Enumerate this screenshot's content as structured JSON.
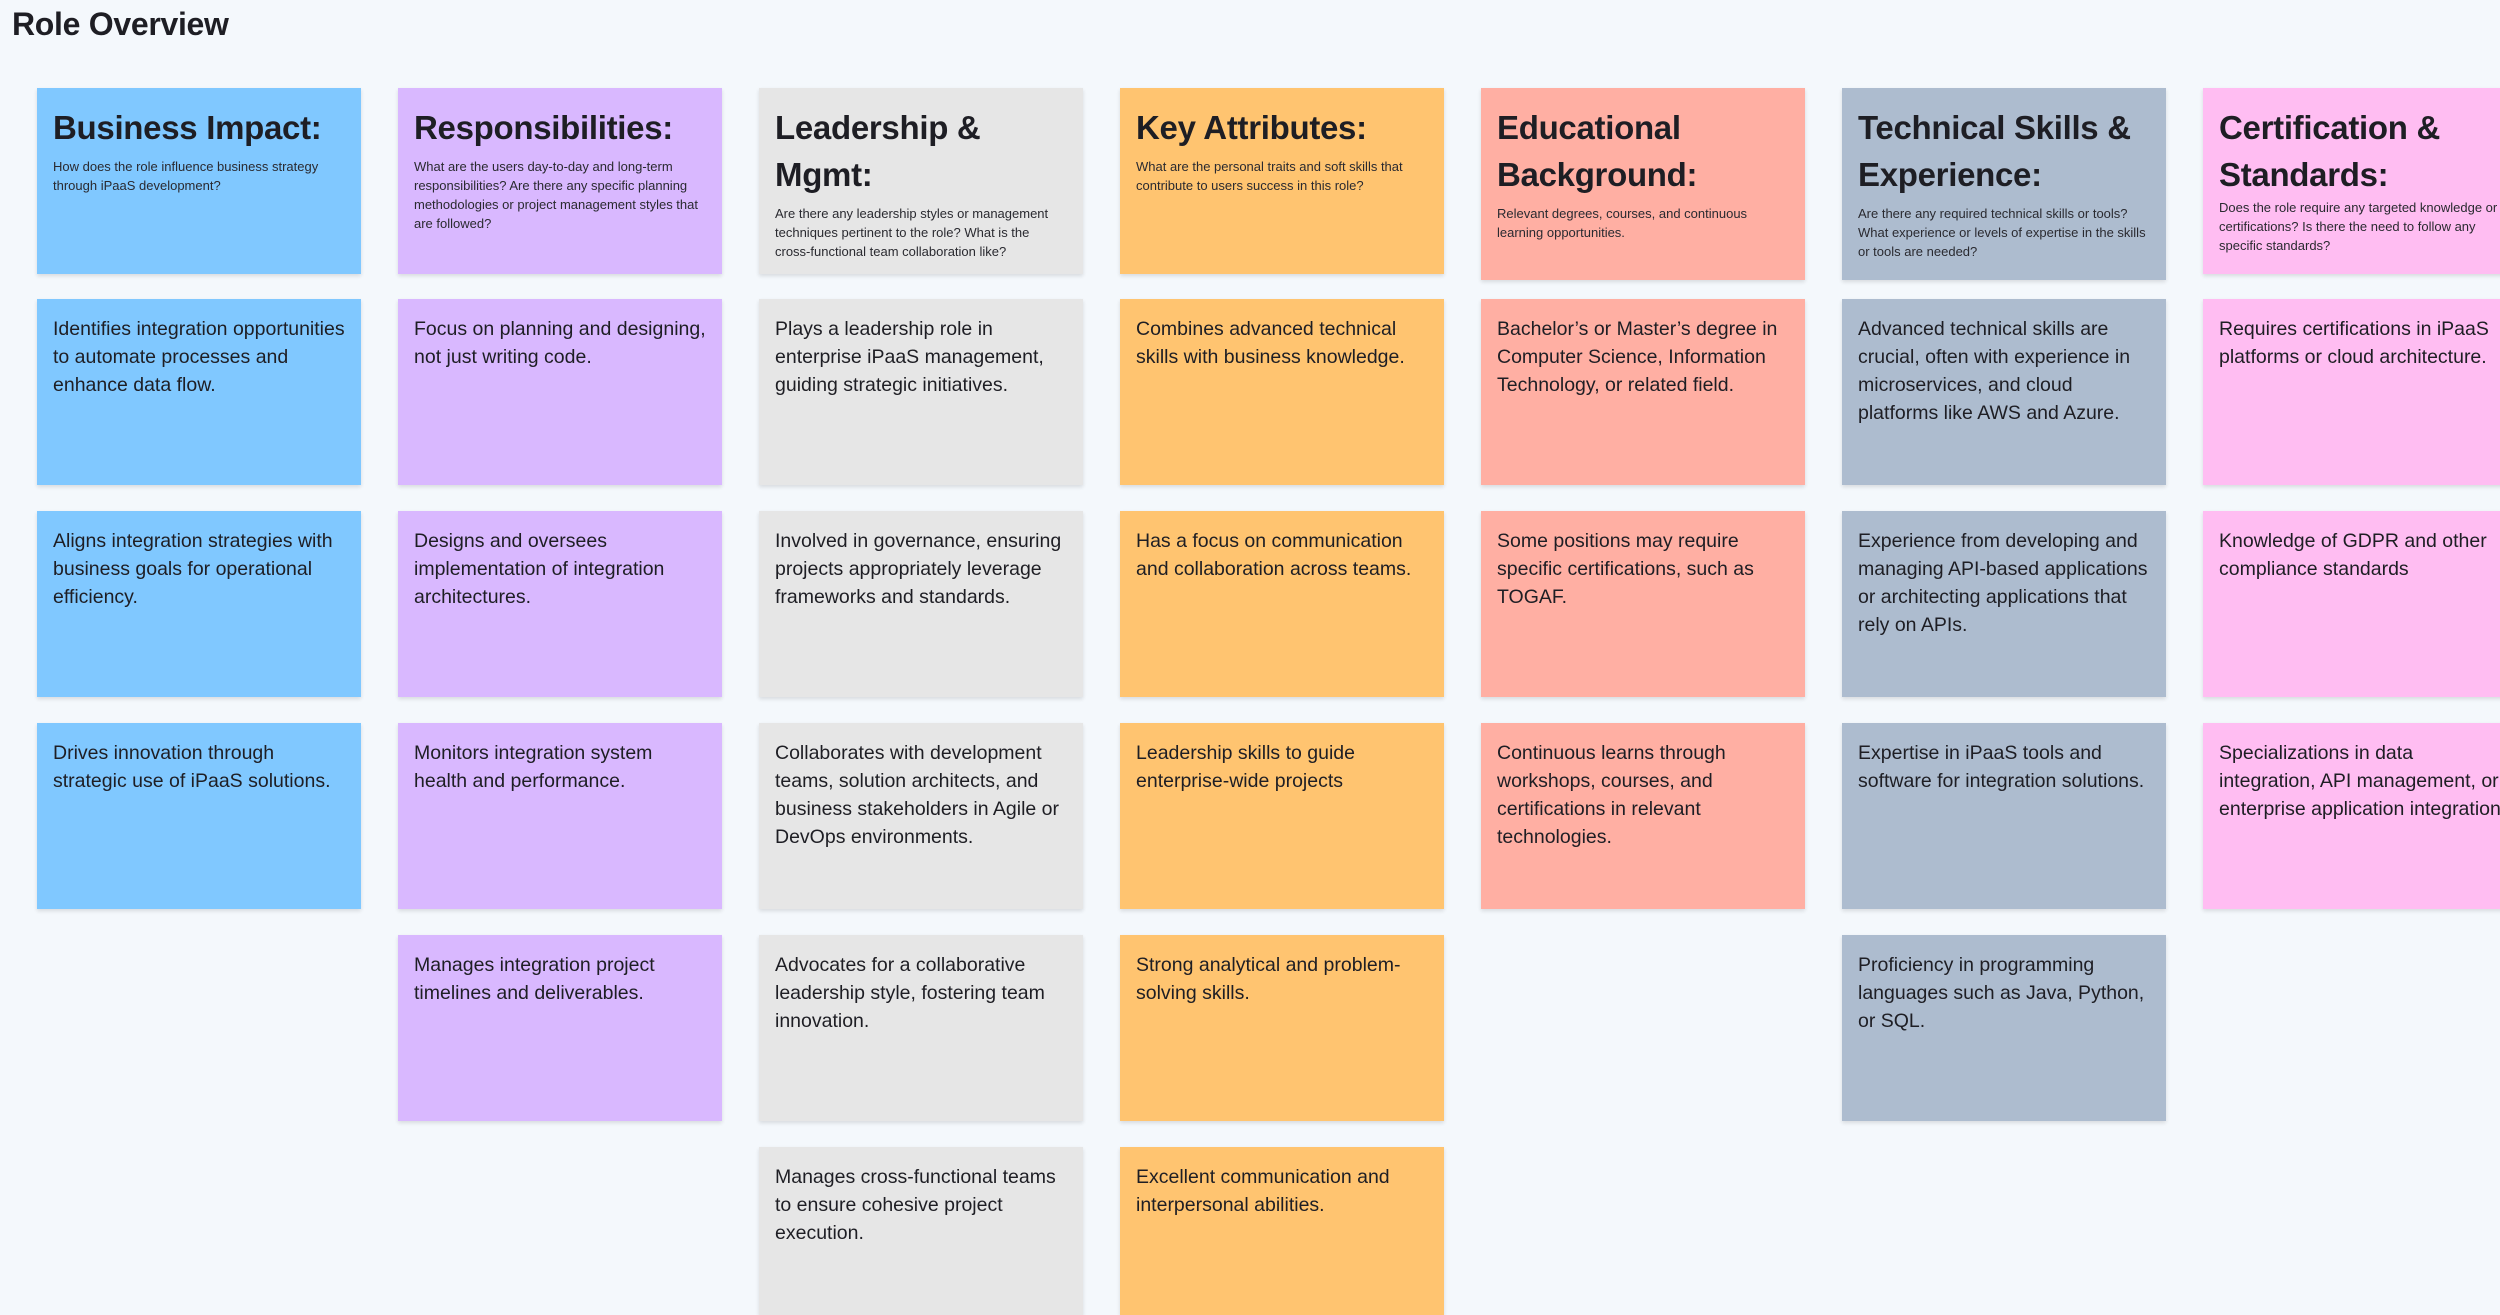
{
  "page": {
    "title": "Role Overview"
  },
  "columns": [
    {
      "id": "business-impact",
      "color": "#80c8ff",
      "title": "Business Impact:",
      "description": "How does the role influence business strategy through iPaaS development?",
      "notes": [
        "Identifies integration opportunities to automate processes and enhance data flow.",
        "Aligns integration strategies with business goals for operational efficiency.",
        "Drives innovation through strategic use of iPaaS solutions."
      ]
    },
    {
      "id": "responsibilities",
      "color": "#d9b8ff",
      "title": "Responsibilities:",
      "description": "What are the users day-to-day and long-term responsibilities? Are there any specific planning methodologies or project management styles that are followed?",
      "notes": [
        "Focus on planning and designing, not just writing code.",
        "Designs and oversees implementation of integration architectures.",
        "Monitors integration system health and performance.",
        "Manages integration project timelines and deliverables."
      ]
    },
    {
      "id": "leadership-mgmt",
      "color": "#e6e6e6",
      "title": "Leadership & Mgmt:",
      "description": "Are there any leadership styles or management techniques pertinent to the role? What is the cross-functional team collaboration like?",
      "notes": [
        "Plays a leadership role in enterprise iPaaS management, guiding strategic initiatives.",
        "Involved in governance, ensuring projects appropriately leverage frameworks and standards.",
        "Collaborates with development teams, solution architects, and business stakeholders in Agile or DevOps environments.",
        "Advocates for a collaborative leadership style, fostering team innovation.",
        "Manages cross-functional teams to ensure cohesive project execution."
      ]
    },
    {
      "id": "key-attributes",
      "color": "#ffc470",
      "title": "Key Attributes:",
      "description": "What are the personal traits and soft skills that contribute to users success in this role?",
      "notes": [
        "Combines advanced technical skills with business knowledge.",
        "Has a focus on communication and collaboration across teams.",
        "Leadership skills to guide enterprise-wide projects",
        "Strong analytical and problem-solving skills.",
        "Excellent communication and interpersonal abilities."
      ]
    },
    {
      "id": "educational-background",
      "color": "#ffafa3",
      "title": "Educational Background:",
      "description": "Relevant degrees, courses, and continuous learning opportunities.",
      "notes": [
        "Bachelor’s or Master’s degree in Computer Science, Information Technology, or related field.",
        "Some positions may require specific certifications, such as TOGAF.",
        "Continuous learns through workshops, courses, and certifications in relevant technologies."
      ]
    },
    {
      "id": "technical-skills",
      "color": "#adbccf",
      "title": "Technical Skills & Experience:",
      "description": "Are there any required technical skills or tools? What experience or levels of expertise in the skills or tools are needed?",
      "notes": [
        "Advanced technical skills are crucial, often with experience in microservices, and cloud platforms like AWS and Azure.",
        "Experience from developing and managing API-based applications or architecting applications that rely on APIs.",
        "Expertise in iPaaS tools and software for integration solutions.",
        "Proficiency in programming languages such as Java, Python, or SQL."
      ]
    },
    {
      "id": "certification-standards",
      "color": "#ffbdf2",
      "title": "Certification & Standards:",
      "description": "Does the role require any targeted knowledge or certifications? Is there the need to follow any specific standards?",
      "notes": [
        "Requires certifications in iPaaS platforms or cloud architecture.",
        "Knowledge of GDPR and other compliance standards",
        "Specializations in data integration, API management, or enterprise application integration."
      ]
    }
  ]
}
